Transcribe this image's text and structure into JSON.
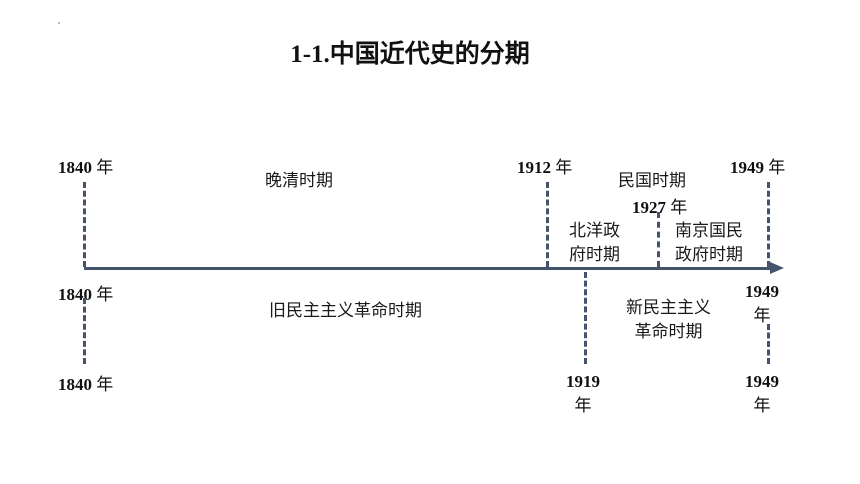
{
  "title": "1-1.中国近代史的分期",
  "years": {
    "y1840": "1840",
    "y1912": "1912",
    "y1927": "1927",
    "y1949": "1949",
    "y1919": "1919",
    "nian": "年"
  },
  "periods": {
    "late_qing": "晚清时期",
    "republic": "民国时期",
    "beiyang_line1": "北洋政",
    "beiyang_line2": "府时期",
    "nanjing_line1": "南京国民",
    "nanjing_line2": "政府时期",
    "old_democratic": "旧民主主义革命时期",
    "new_democratic_line1": "新民主主义",
    "new_democratic_line2": "革命时期"
  },
  "colors": {
    "axis": "#44546a",
    "text": "#1a1a1a"
  }
}
